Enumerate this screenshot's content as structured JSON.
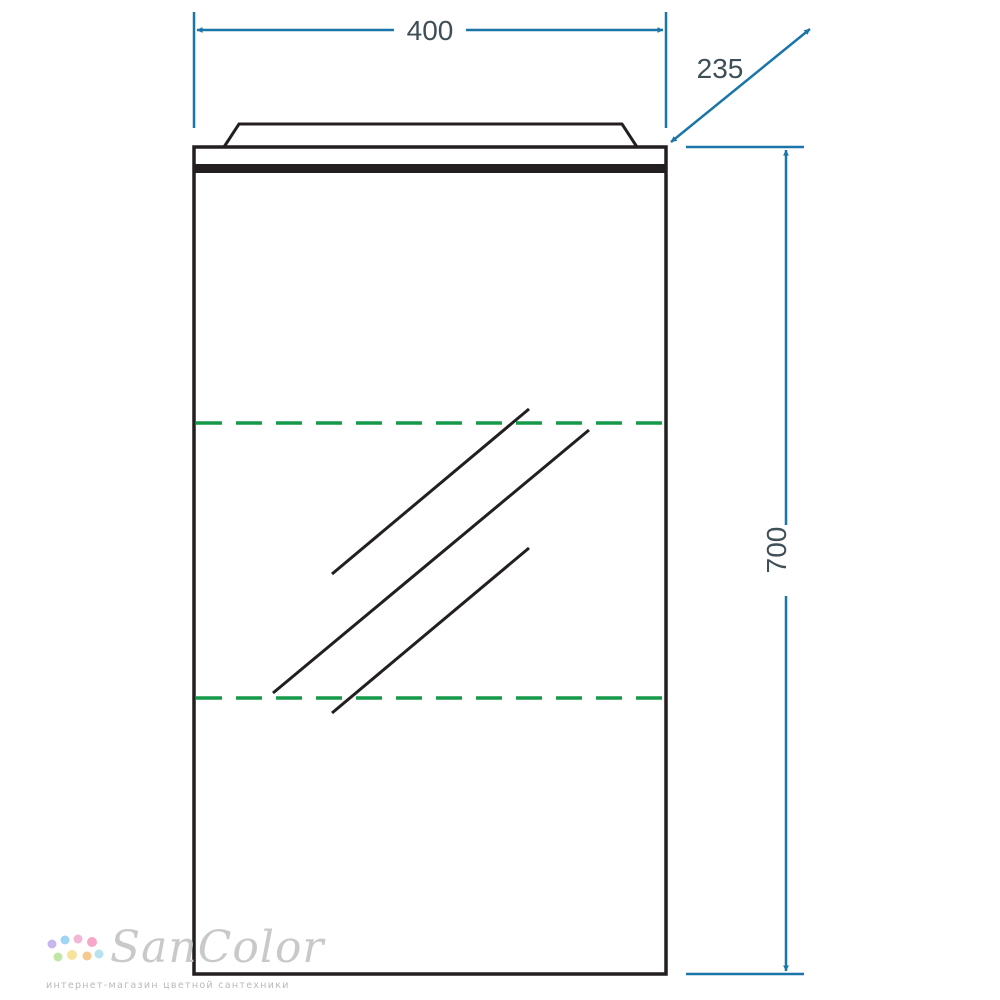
{
  "dimensions": {
    "width": "400",
    "depth": "235",
    "height": "700"
  },
  "colors": {
    "outline": "#231f20",
    "dimension": "#1a75a8",
    "shelf": "#159a4a",
    "label": "#3f4f57"
  },
  "icons": {
    "watermark_dots": "colored-dots-icon"
  },
  "watermark": {
    "brand": "SanColor",
    "tagline": "интернет-магазин цветной сантехники"
  }
}
